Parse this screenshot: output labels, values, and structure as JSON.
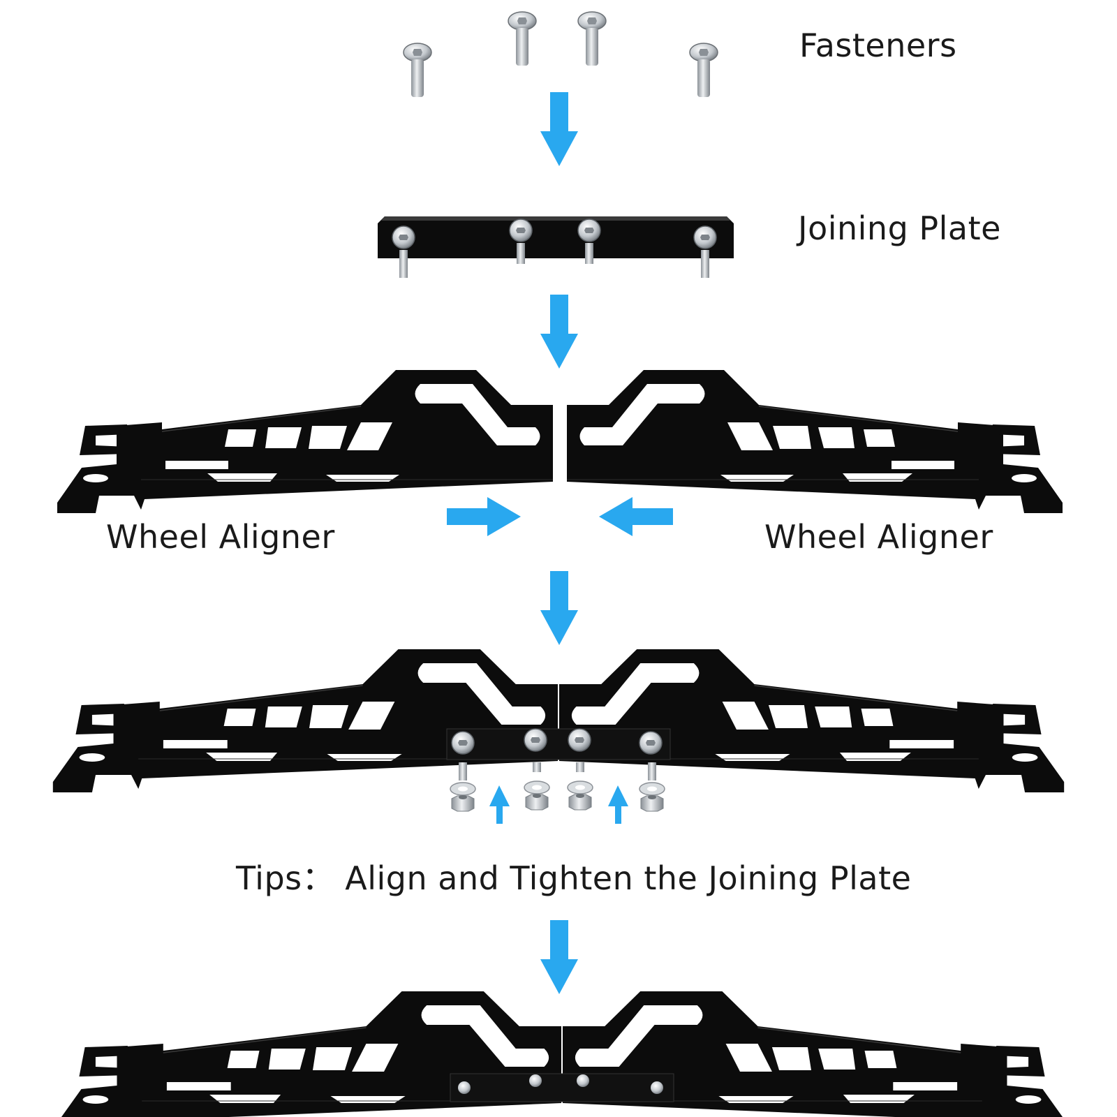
{
  "labels": {
    "fasteners": "Fasteners",
    "joining_plate": "Joining Plate",
    "wheel_aligner_left": "Wheel Aligner",
    "wheel_aligner_right": "Wheel Aligner",
    "tips": "Tips： Align and Tighten the Joining Plate"
  },
  "colors": {
    "arrow": "#29a8ef",
    "metal": "#0c0c0c",
    "steel": "#c9cdd1",
    "text": "#1a1a1a"
  },
  "icons": {
    "step_arrow": "arrow-down-icon",
    "push_arrow": "arrow-right-icon",
    "lift_arrow": "arrow-up-icon"
  }
}
